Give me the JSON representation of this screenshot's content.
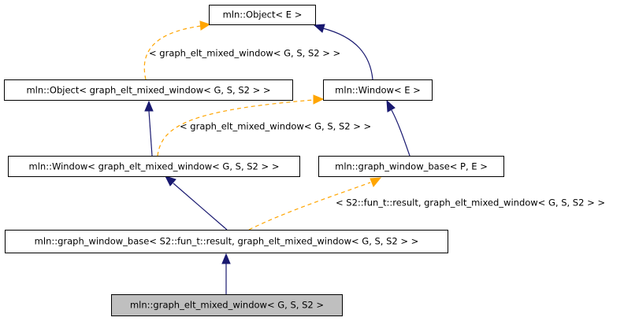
{
  "nodes": {
    "object_e": "mln::Object< E >",
    "object_gemw": "mln::Object< graph_elt_mixed_window< G, S, S2 > >",
    "window_e": "mln::Window< E >",
    "window_gemw": "mln::Window< graph_elt_mixed_window< G, S, S2 > >",
    "gwb_pe": "mln::graph_window_base< P, E >",
    "gwb_s2": "mln::graph_window_base< S2::fun_t::result, graph_elt_mixed_window< G, S, S2 > >",
    "gemw": "mln::graph_elt_mixed_window< G, S, S2 >"
  },
  "edge_labels": {
    "object_tmpl": "< graph_elt_mixed_window< G, S, S2 > >",
    "window_tmpl": "< graph_elt_mixed_window< G, S, S2 > >",
    "gwb_tmpl": "< S2::fun_t::result, graph_elt_mixed_window< G, S, S2 > >"
  },
  "colors": {
    "inheritance_edge": "#191970",
    "template_edge": "#ffa500",
    "current_node_fill": "#bfbfbf"
  }
}
